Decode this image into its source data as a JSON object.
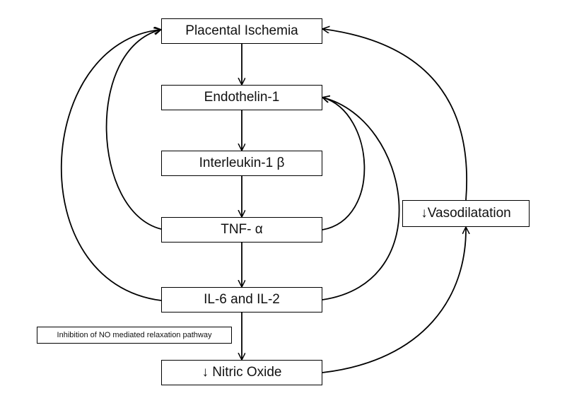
{
  "nodes": {
    "placental_ischemia": "Placental Ischemia",
    "endothelin_1": "Endothelin-1",
    "interleukin_1b": "Interleukin-1 β",
    "tnf_alpha": "TNF- α",
    "il6_il2": "IL-6 and IL-2",
    "nitric_oxide": "↓ Nitric Oxide",
    "vasodilatation": "↓Vasodilatation"
  },
  "note": "Inhibition of NO mediated relaxation pathway",
  "colors": {
    "line": "#000000",
    "box_border": "#000000",
    "text": "#111111",
    "background": "#ffffff"
  }
}
